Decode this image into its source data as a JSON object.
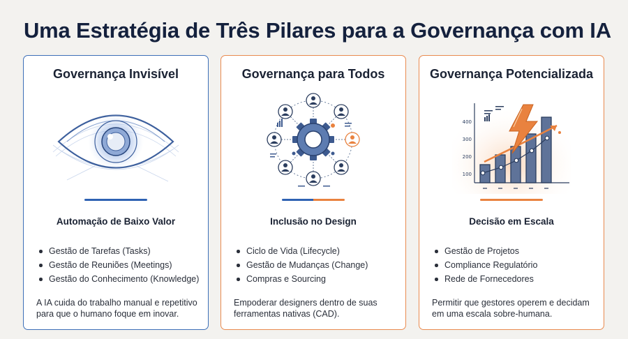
{
  "page": {
    "title": "Uma Estratégia de Três Pilares para a Governança com IA"
  },
  "colors": {
    "blue": "#2f62b3",
    "orange": "#e9823f",
    "navy": "#14213d"
  },
  "cards": [
    {
      "title": "Governança Invisível",
      "icon": "eye-icon",
      "subtitle": "Automação de Baixo Valor",
      "bullets": [
        "Gestão de Tarefas (Tasks)",
        "Gestão de Reuniões (Meetings)",
        "Gestão do Conhecimento (Knowledge)"
      ],
      "description": "A IA cuida do trabalho manual e repetitivo para que o humano foque em inovar."
    },
    {
      "title": "Governança para Todos",
      "icon": "gear-network-icon",
      "subtitle": "Inclusão no Design",
      "bullets": [
        "Ciclo de Vida (Lifecycle)",
        "Gestão de Mudanças (Change)",
        "Compras e Sourcing"
      ],
      "description": "Empoderar designers dentro de suas ferramentas nativas (CAD)."
    },
    {
      "title": "Governança Potencializada",
      "icon": "bar-chart-lightning-icon",
      "subtitle": "Decisão em Escala",
      "bullets": [
        "Gestão de Projetos",
        "Compliance Regulatório",
        "Rede de Fornecedores"
      ],
      "description": "Permitir que gestores operem e decidam em uma escala sobre-humana.",
      "chart_axis_ticks": [
        "400",
        "300",
        "200",
        "100"
      ]
    }
  ]
}
